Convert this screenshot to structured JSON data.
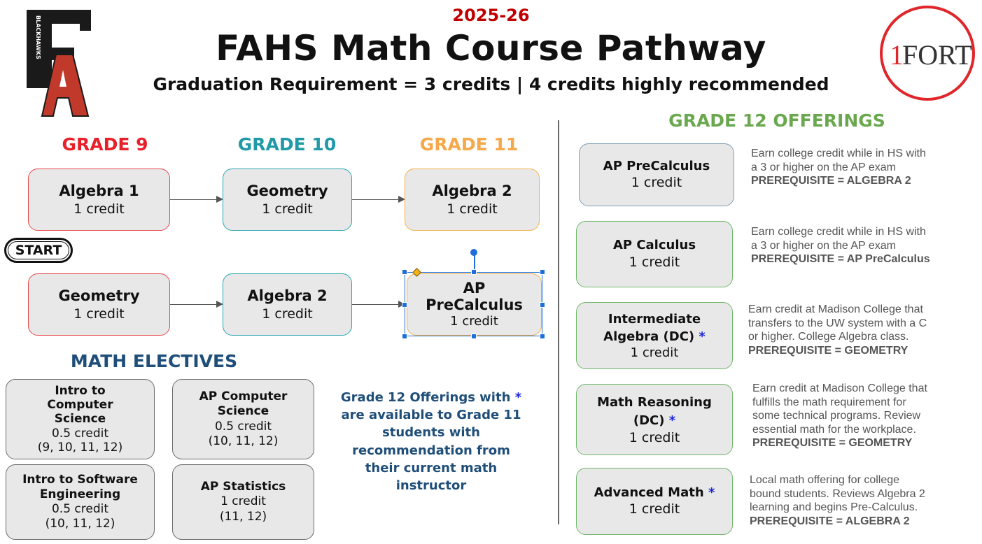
{
  "header": {
    "year": "2025-26",
    "title": "FAHS Math Course Pathway",
    "subtitle": "Graduation Requirement = 3 credits | 4 credits highly recommended",
    "left_logo_text": "BLACKHAWKS",
    "left_logo_letters": "FA",
    "right_logo_text": "FORT",
    "right_logo_mark": "1"
  },
  "grades": {
    "grade9": "GRADE 9",
    "grade10": "GRADE 10",
    "grade11": "GRADE 11",
    "grade12": "GRADE 12  OFFERINGS"
  },
  "start_label": "START",
  "pathway_top": [
    {
      "name": "Algebra 1",
      "credit": "1 credit"
    },
    {
      "name": "Geometry",
      "credit": "1 credit"
    },
    {
      "name": "Algebra 2",
      "credit": "1 credit"
    }
  ],
  "pathway_bottom": [
    {
      "name": "Geometry",
      "credit": "1 credit"
    },
    {
      "name": "Algebra 2",
      "credit": "1 credit"
    },
    {
      "name_line1": "AP",
      "name_line2": "PreCalculus",
      "credit": "1 credit"
    }
  ],
  "electives": {
    "heading": "MATH ELECTIVES",
    "items": [
      {
        "line1": "Intro to",
        "line2": "Computer",
        "line3": "Science",
        "credit": "0.5 credit",
        "grades": "(9, 10, 11, 12)"
      },
      {
        "line1": "AP Computer",
        "line2": "Science",
        "credit": "0.5 credit",
        "grades": "(10, 11, 12)"
      },
      {
        "line1": "Intro to Software",
        "line2": "Engineering",
        "credit": "0.5 credit",
        "grades": "(10, 11, 12)"
      },
      {
        "line1": "AP Statistics",
        "credit": "1 credit",
        "grades": "(11, 12)"
      }
    ]
  },
  "note": {
    "line1": "Grade 12 Offerings with",
    "star": "*",
    "line2": "are available to Grade 11",
    "line3": "students with",
    "line4": "recommendation from",
    "line5": "their current math",
    "line6": "instructor"
  },
  "grade12": [
    {
      "name": "AP PreCalculus",
      "credit": "1 credit",
      "desc": [
        "Earn college credit while in HS with",
        "a 3 or higher on the AP exam"
      ],
      "prereq": "PREREQUISITE = ALGEBRA 2"
    },
    {
      "name": "AP Calculus",
      "credit": "1 credit",
      "desc": [
        "Earn college credit while in HS with",
        "a 3 or higher on the AP exam"
      ],
      "prereq": "PREREQUISITE = AP PreCalculus"
    },
    {
      "name_line1": "Intermediate",
      "name_line2": "Algebra (DC)",
      "star": "*",
      "credit": "1 credit",
      "desc": [
        "Earn credit at Madison College that",
        "transfers to the UW system with a C",
        "or higher. College Algebra class."
      ],
      "prereq": "PREREQUISITE = GEOMETRY"
    },
    {
      "name_line1": "Math Reasoning",
      "name_line2": "(DC)",
      "star": "*",
      "credit": "1 credit",
      "desc": [
        "Earn credit at Madison College that",
        "fulfills the math requirement for",
        "some technical programs.  Review",
        "essential math for the workplace."
      ],
      "prereq": "PREREQUISITE = GEOMETRY"
    },
    {
      "name": "Advanced Math",
      "star": "*",
      "credit": "1 credit",
      "desc": [
        "Local math offering for college",
        "bound students. Reviews Algebra 2",
        "learning and begins Pre-Calculus."
      ],
      "prereq": "PREREQUISITE = ALGEBRA 2"
    }
  ],
  "colors": {
    "year_red": "#c00000",
    "grade9_red": "#e8202a",
    "grade10_teal": "#1f9aa6",
    "grade11_orange": "#f7a84a",
    "grade12_green": "#6aa84f",
    "electives_navy": "#1f4e79",
    "note_navy": "#1f4e79",
    "star_blue": "#1a24d9"
  }
}
